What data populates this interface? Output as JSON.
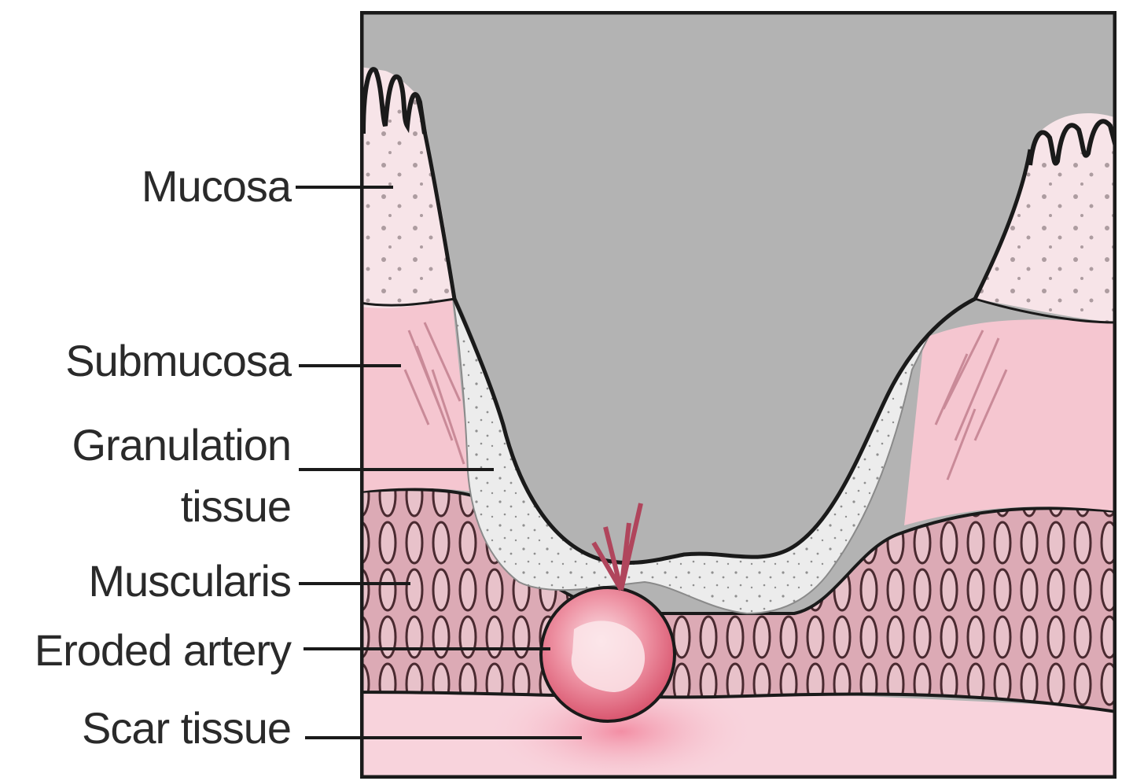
{
  "labels": {
    "mucosa": "Mucosa",
    "submucosa": "Submucosa",
    "granulation_line1": "Granulation",
    "granulation_line2": "tissue",
    "muscularis": "Muscularis",
    "eroded_artery": "Eroded artery",
    "scar_tissue": "Scar tissue"
  },
  "colors": {
    "lumen": "#b3b3b3",
    "mucosa": "#f6e2e6",
    "submucosa": "#f5c7d1",
    "granulation": "#e9e9e9",
    "muscularis": "#dba8b3",
    "scar": "#f8d0da",
    "artery": "#e8788c",
    "outline": "#1a1a1a"
  }
}
